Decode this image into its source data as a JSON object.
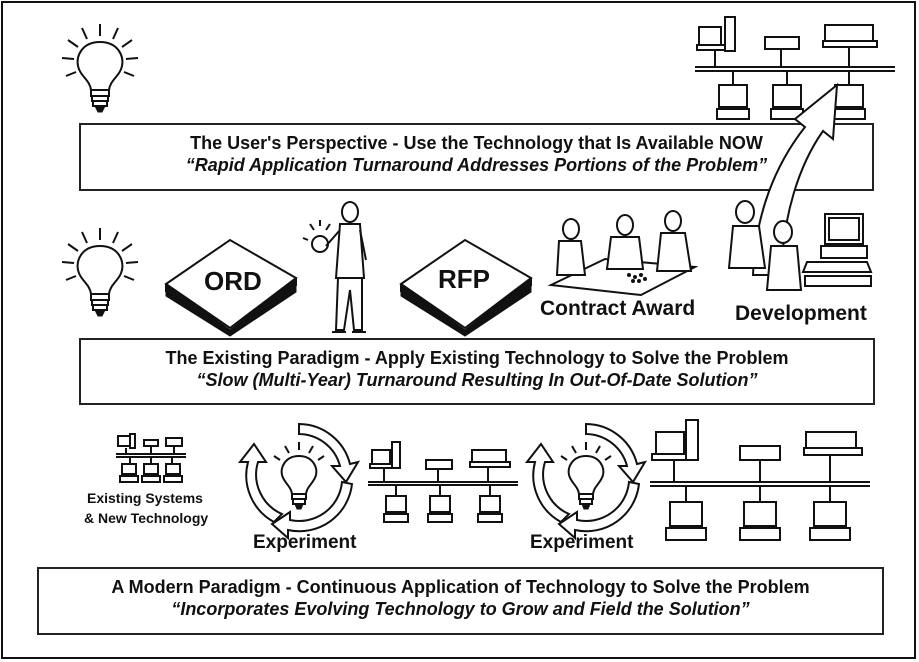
{
  "sections": {
    "user": {
      "title": "The User's Perspective - Use the Technology that Is Available NOW",
      "subtitle": "“Rapid Application Turnaround Addresses Portions of the Problem”"
    },
    "existing": {
      "title": "The Existing Paradigm - Apply Existing Technology to Solve the Problem",
      "subtitle": "“Slow (Multi-Year) Turnaround Resulting In Out-Of-Date Solution”",
      "book1": "ORD",
      "book2": "RFP",
      "contract": "Contract Award",
      "development": "Development"
    },
    "modern": {
      "title": "A Modern Paradigm - Continuous Application of Technology to Solve the Problem",
      "subtitle": "“Incorporates Evolving Technology to Grow and Field the Solution”",
      "existing_line1": "Existing Systems",
      "existing_line2": "& New Technology",
      "experiment1": "Experiment",
      "experiment2": "Experiment"
    }
  },
  "icons": [
    "lightbulb-icon",
    "network-icon",
    "book-icon",
    "person-icon",
    "meeting-icon",
    "workstation-icon",
    "cycle-arrows-icon",
    "upward-arrow-icon"
  ]
}
